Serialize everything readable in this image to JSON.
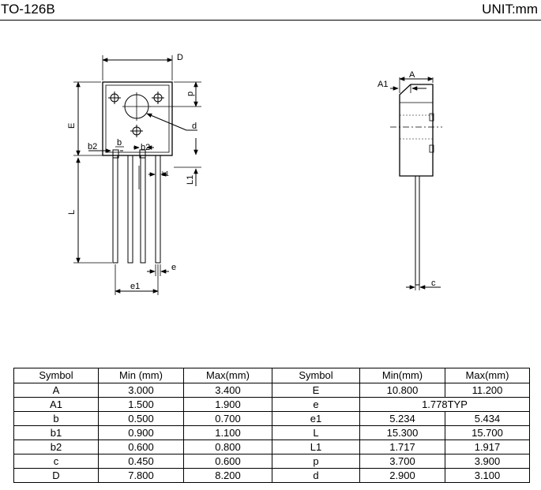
{
  "header": {
    "title": "TO-126B",
    "unit": "UNIT:mm"
  },
  "drawing": {
    "labels": {
      "D": "D",
      "E": "E",
      "L": "L",
      "p": "p",
      "d": "d",
      "b": "b",
      "b2_left": "b2",
      "b2_right": "b2",
      "b1": "b1",
      "L1": "L1",
      "e": "e",
      "e1": "e1",
      "A": "A",
      "A1": "A1",
      "c": "c"
    }
  },
  "table": {
    "headers": [
      "Symbol",
      "Min (mm)",
      "Max(mm)",
      "Symbol",
      "Min(mm)",
      "Max(mm)"
    ],
    "rows": [
      {
        "s1": "A",
        "min1": "3.000",
        "max1": "3.400",
        "s2": "E",
        "min2": "10.800",
        "max2": "11.200"
      },
      {
        "s1": "A1",
        "min1": "1.500",
        "max1": "1.900",
        "s2": "e",
        "typ2": "1.778TYP"
      },
      {
        "s1": "b",
        "min1": "0.500",
        "max1": "0.700",
        "s2": "e1",
        "min2": "5.234",
        "max2": "5.434"
      },
      {
        "s1": "b1",
        "min1": "0.900",
        "max1": "1.100",
        "s2": "L",
        "min2": "15.300",
        "max2": "15.700"
      },
      {
        "s1": "b2",
        "min1": "0.600",
        "max1": "0.800",
        "s2": "L1",
        "min2": "1.717",
        "max2": "1.917"
      },
      {
        "s1": "c",
        "min1": "0.450",
        "max1": "0.600",
        "s2": "p",
        "min2": "3.700",
        "max2": "3.900"
      },
      {
        "s1": "D",
        "min1": "7.800",
        "max1": "8.200",
        "s2": "d",
        "min2": "2.900",
        "max2": "3.100"
      }
    ]
  }
}
